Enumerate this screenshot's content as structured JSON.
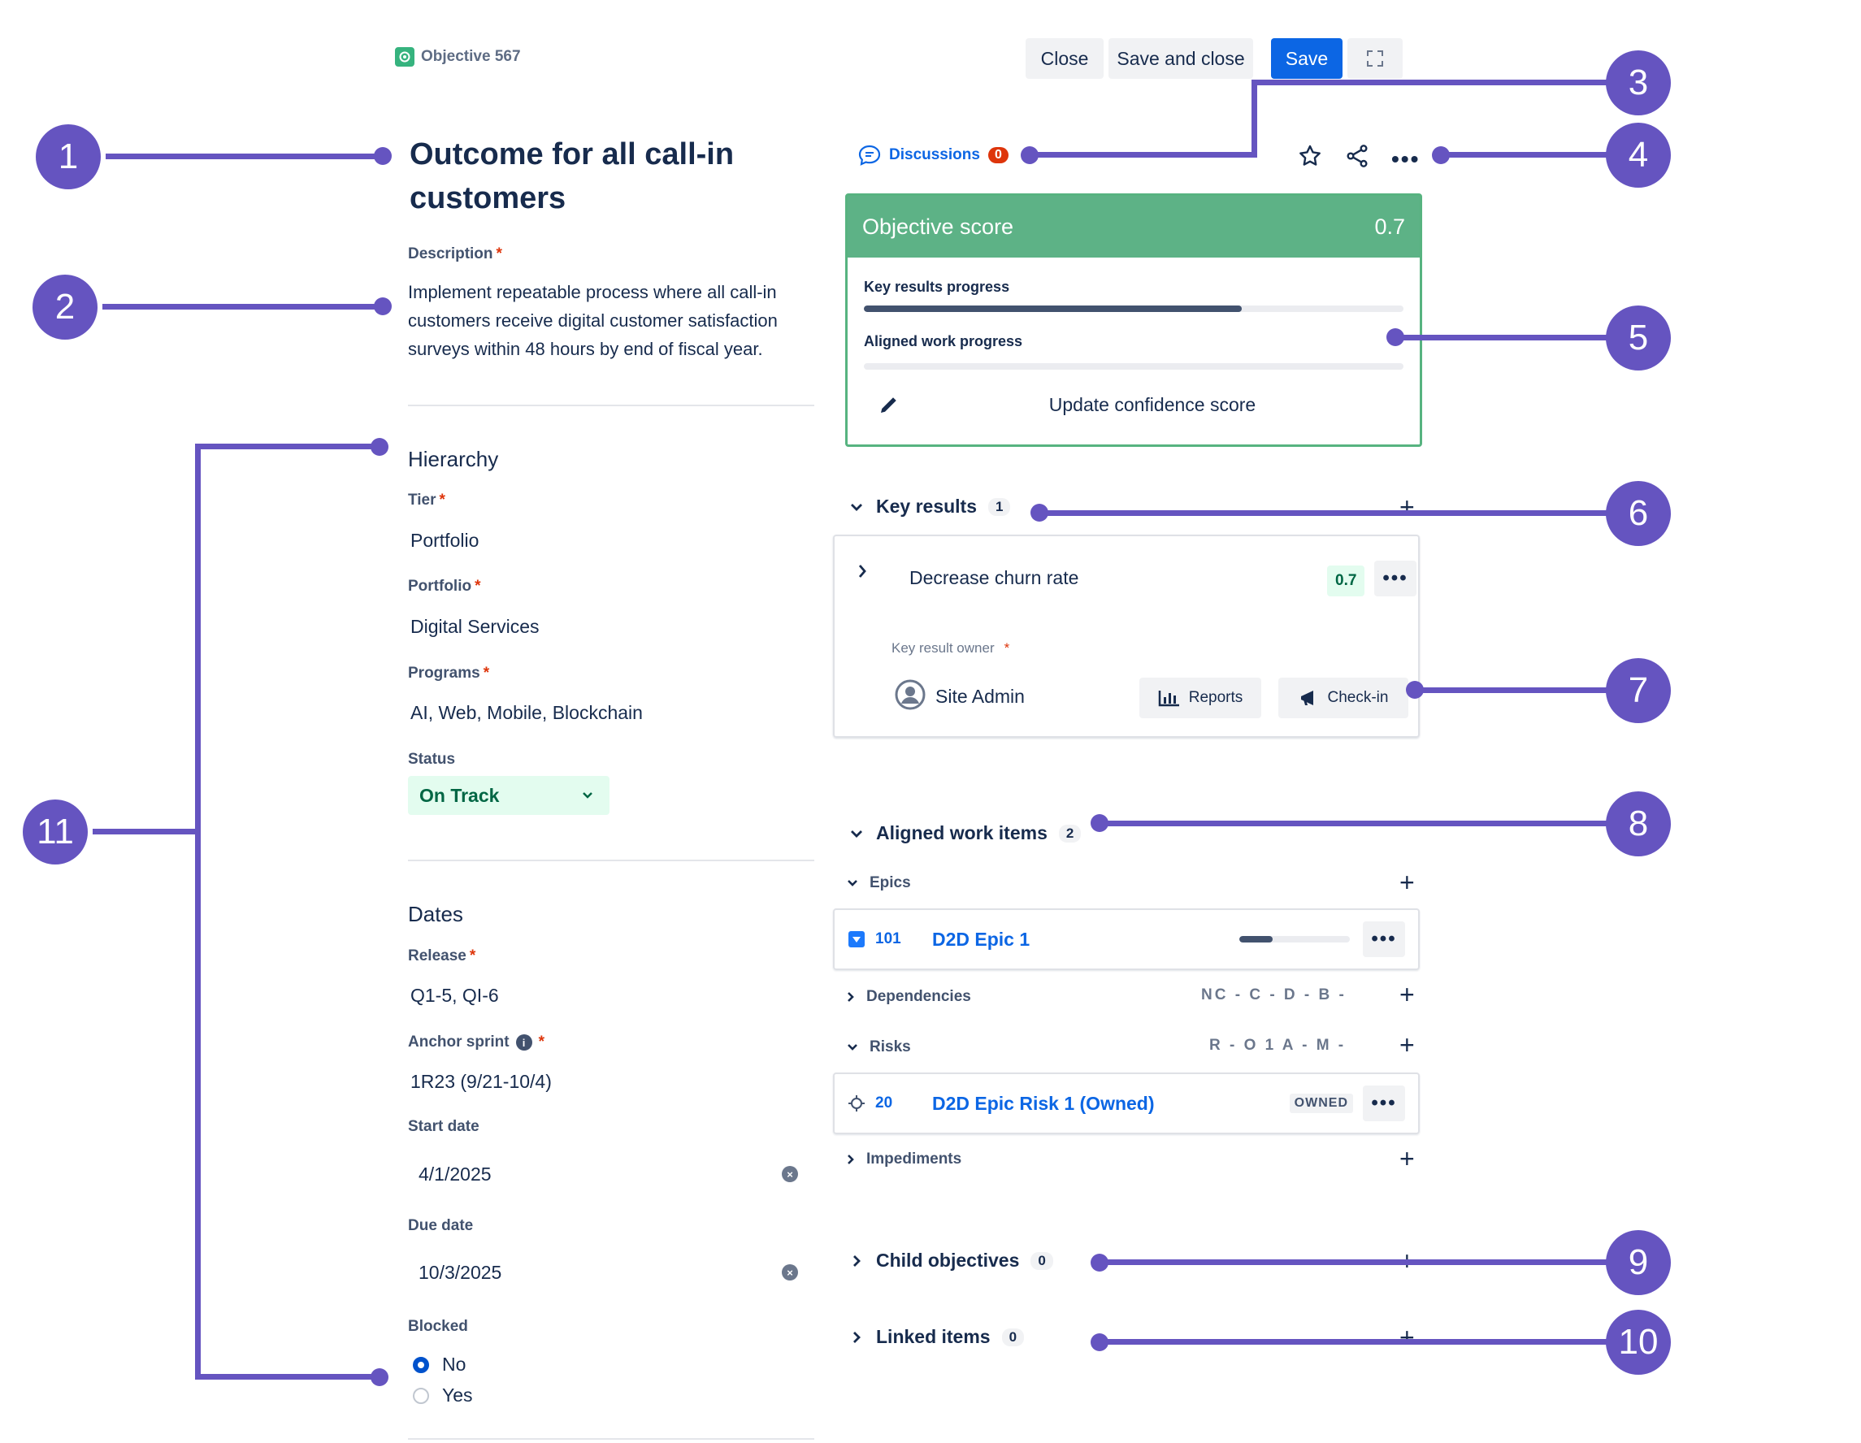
{
  "header": {
    "object_key": "Objective 567",
    "title": "Outcome for all call-in customers",
    "buttons": {
      "close": "Close",
      "save_and_close": "Save and close",
      "save": "Save"
    }
  },
  "description": {
    "label": "Description",
    "text": "Implement repeatable process where all call-in customers receive digital customer satisfaction surveys within 48 hours by end of fiscal year."
  },
  "hierarchy": {
    "heading": "Hierarchy",
    "tier_label": "Tier",
    "tier_value": "Portfolio",
    "portfolio_label": "Portfolio",
    "portfolio_value": "Digital Services",
    "programs_label": "Programs",
    "programs_value": "AI, Web, Mobile, Blockchain",
    "status_label": "Status",
    "status_value": "On Track"
  },
  "dates": {
    "heading": "Dates",
    "release_label": "Release",
    "release_value": "Q1-5, QI-6",
    "anchor_label": "Anchor sprint",
    "anchor_value": "1R23 (9/21-10/4)",
    "start_label": "Start date",
    "start_value": "4/1/2025",
    "due_label": "Due date",
    "due_value": "10/3/2025",
    "blocked_label": "Blocked",
    "blocked_options": [
      "No",
      "Yes"
    ],
    "blocked_selected": "No"
  },
  "discussions": {
    "label": "Discussions",
    "count": "0"
  },
  "score_card": {
    "title": "Objective score",
    "score": "0.7",
    "key_results_label": "Key results progress",
    "key_results_progress": 0.7,
    "aligned_label": "Aligned work progress",
    "aligned_progress": 0,
    "update_label": "Update confidence score"
  },
  "key_results": {
    "heading": "Key results",
    "count": "1",
    "item": {
      "title": "Decrease churn rate",
      "score": "0.7",
      "owner_label": "Key result owner",
      "owner": "Site Admin",
      "reports": "Reports",
      "checkin": "Check-in"
    }
  },
  "aligned": {
    "heading": "Aligned work items",
    "count": "2",
    "epics_label": "Epics",
    "epic": {
      "key": "101",
      "title": "D2D Epic 1",
      "progress": 0.3
    },
    "dependencies_label": "Dependencies",
    "dependencies_letters": "NC - C - D - B -",
    "risks_label": "Risks",
    "risks_letters": "R - O 1 A - M -",
    "risk": {
      "key": "20",
      "title": "D2D Epic Risk 1 (Owned)",
      "tag": "OWNED"
    },
    "impediments_label": "Impediments"
  },
  "child_objectives": {
    "heading": "Child objectives",
    "count": "0"
  },
  "linked_items": {
    "heading": "Linked items",
    "count": "0"
  },
  "callouts": [
    "1",
    "2",
    "3",
    "4",
    "5",
    "6",
    "7",
    "8",
    "9",
    "10",
    "11"
  ],
  "colors": {
    "accent": "#6554c0",
    "brand": "#0c66e4",
    "success": "#5db286"
  }
}
